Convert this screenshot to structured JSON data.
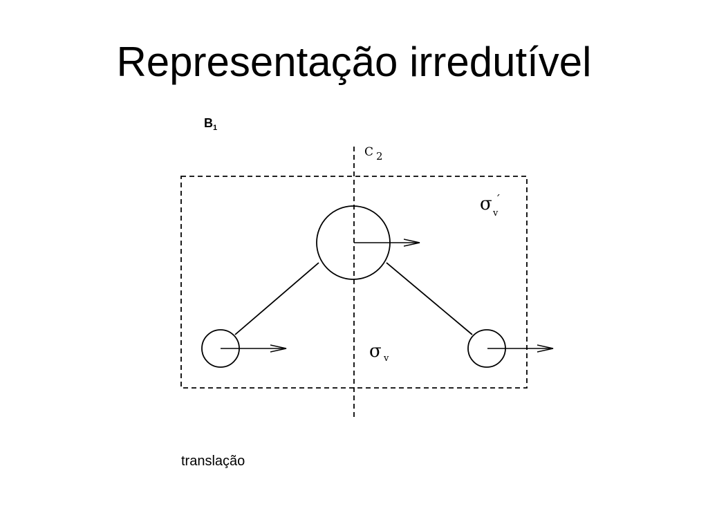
{
  "slide": {
    "title": "Representação irredutível",
    "irrep": {
      "symbol": "B",
      "subscript": "1"
    },
    "caption": "translação"
  },
  "diagram": {
    "c2_axis": {
      "symbol": "C",
      "order": "2"
    },
    "sigma_v": {
      "symbol": "σ",
      "subscript": "v"
    },
    "sigma_v_prime": {
      "symbol": "σ",
      "subscript": "v",
      "prime": "´"
    },
    "displacement": "translação"
  }
}
